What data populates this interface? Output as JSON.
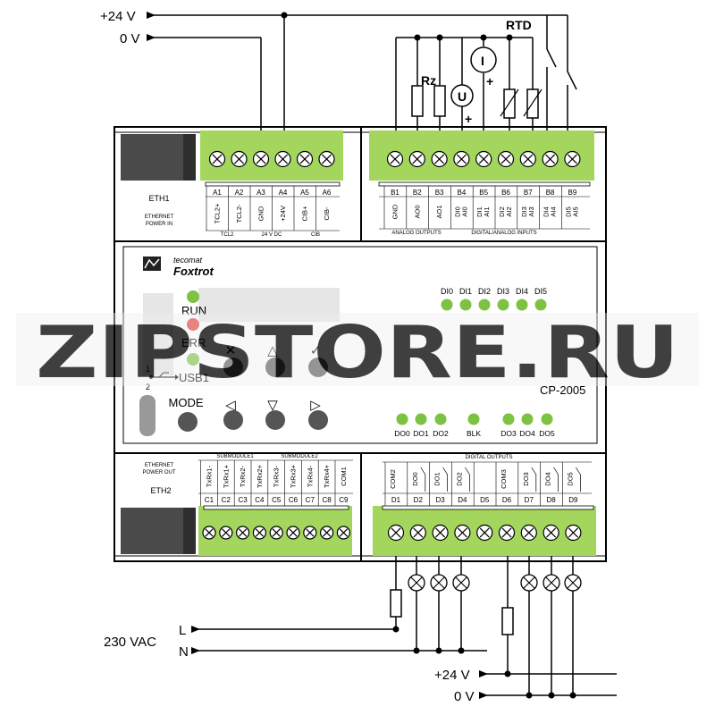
{
  "supply": {
    "plus24": "+24 V",
    "zero": "0 V",
    "plus24_bottom": "+24 V",
    "zero_bottom": "0 V",
    "ac": "230 VAC",
    "l": "L",
    "n": "N"
  },
  "sensors": {
    "rtd": "RTD",
    "rz": "Rz",
    "u": "U",
    "i": "I",
    "plus": "+"
  },
  "top_left": {
    "eth": "ETH1",
    "eth_note": [
      "ETHERNET",
      "POWER IN"
    ],
    "terminals": [
      "A1",
      "A2",
      "A3",
      "A4",
      "A5",
      "A6"
    ],
    "signals": [
      "TCL2+",
      "TCL2-",
      "GND",
      "+24V",
      "CIB+",
      "CIB-"
    ],
    "groups": [
      "TCL2",
      "24 V DC",
      "CIB"
    ]
  },
  "top_right": {
    "terminals": [
      "B1",
      "B2",
      "B3",
      "B4",
      "B5",
      "B6",
      "B7",
      "B8",
      "B9"
    ],
    "signals": [
      [
        "GND"
      ],
      [
        "AO0"
      ],
      [
        "AO1"
      ],
      [
        "DI0",
        "AI0"
      ],
      [
        "DI1",
        "AI1"
      ],
      [
        "DI2",
        "AI2"
      ],
      [
        "DI3",
        "AI3"
      ],
      [
        "DI4",
        "AI4"
      ],
      [
        "DI5",
        "AI5"
      ]
    ],
    "groups": [
      "ANALOG OUTPUTS",
      "DIGITAL/ANALOG INPUTS"
    ]
  },
  "front": {
    "brand": "tecomat",
    "product": "Foxtrot",
    "model": "CP-2005",
    "status": [
      "RUN",
      "ERR",
      "USB1"
    ],
    "mode": "MODE",
    "usb_pins": [
      "1",
      "2"
    ],
    "key_glyphs": [
      "✕",
      "△",
      "✓",
      "◁",
      "▽",
      "▷"
    ],
    "di_leds": [
      "DI0",
      "DI1",
      "DI2",
      "DI3",
      "DI4",
      "DI5"
    ],
    "do_leds": [
      "DO0",
      "DO1",
      "DO2",
      "BLK",
      "DO3",
      "DO4",
      "DO5"
    ]
  },
  "bottom_left": {
    "eth": "ETH2",
    "eth_note": [
      "ETHERNET",
      "POWER OUT"
    ],
    "groups": [
      "SUBMODULE1",
      "SUBMODULE2"
    ],
    "signals": [
      "TxRx1-",
      "TxRx1+",
      "TxRx2-",
      "TxRx2+",
      "TxRx3-",
      "TxRx3+",
      "TxRx4-",
      "TxRx4+",
      "COM1"
    ],
    "terminals": [
      "C1",
      "C2",
      "C3",
      "C4",
      "C5",
      "C6",
      "C7",
      "C8",
      "C9"
    ]
  },
  "bottom_right": {
    "group": "DIGITAL OUTPUTS",
    "signals": [
      "COM2",
      "DO0",
      "DO1",
      "DO2",
      "",
      "COM3",
      "DO3",
      "DO4",
      "DO5"
    ],
    "terminals": [
      "D1",
      "D2",
      "D3",
      "D4",
      "D5",
      "D6",
      "D7",
      "D8",
      "D9"
    ]
  },
  "watermark": "ZIPSTORE.RU",
  "colors": {
    "terminal_green": "#a4d65e",
    "led_green": "#7dc242",
    "led_red": "#e53935",
    "watermark": "#f3a35a",
    "housing": "#000000"
  }
}
